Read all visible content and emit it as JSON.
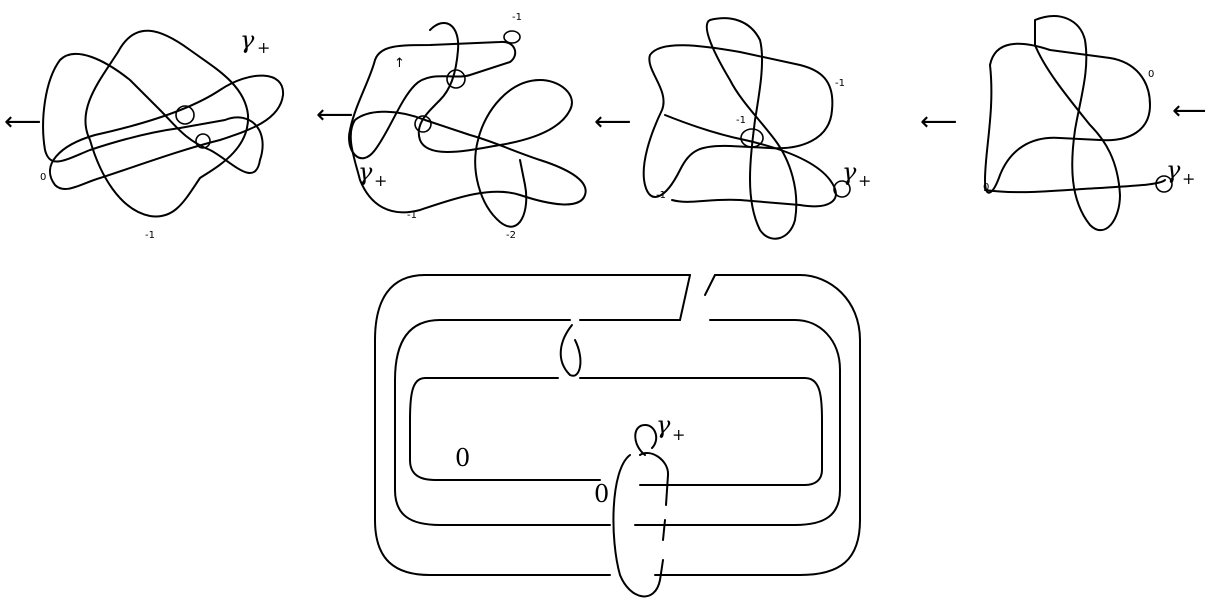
{
  "arrows": {
    "symbol": "⟵"
  },
  "diagram1": {
    "gamma": "γ",
    "plus": "+",
    "framing_a": "0",
    "framing_b": "-1"
  },
  "diagram2": {
    "gamma": "γ",
    "plus": "+",
    "framing_a": "-1",
    "framing_b": "-1",
    "framing_c": "-2",
    "orientation_arrow": "↑"
  },
  "diagram3": {
    "gamma": "γ",
    "plus": "+",
    "framing_a": "-1",
    "framing_b": "-1",
    "framing_c": "-1"
  },
  "diagram4": {
    "gamma": "γ",
    "plus": "+",
    "framing_a": "0",
    "framing_b": "0"
  },
  "diagram5": {
    "gamma": "γ",
    "plus": "+",
    "framing_a": "0",
    "framing_b": "0"
  }
}
